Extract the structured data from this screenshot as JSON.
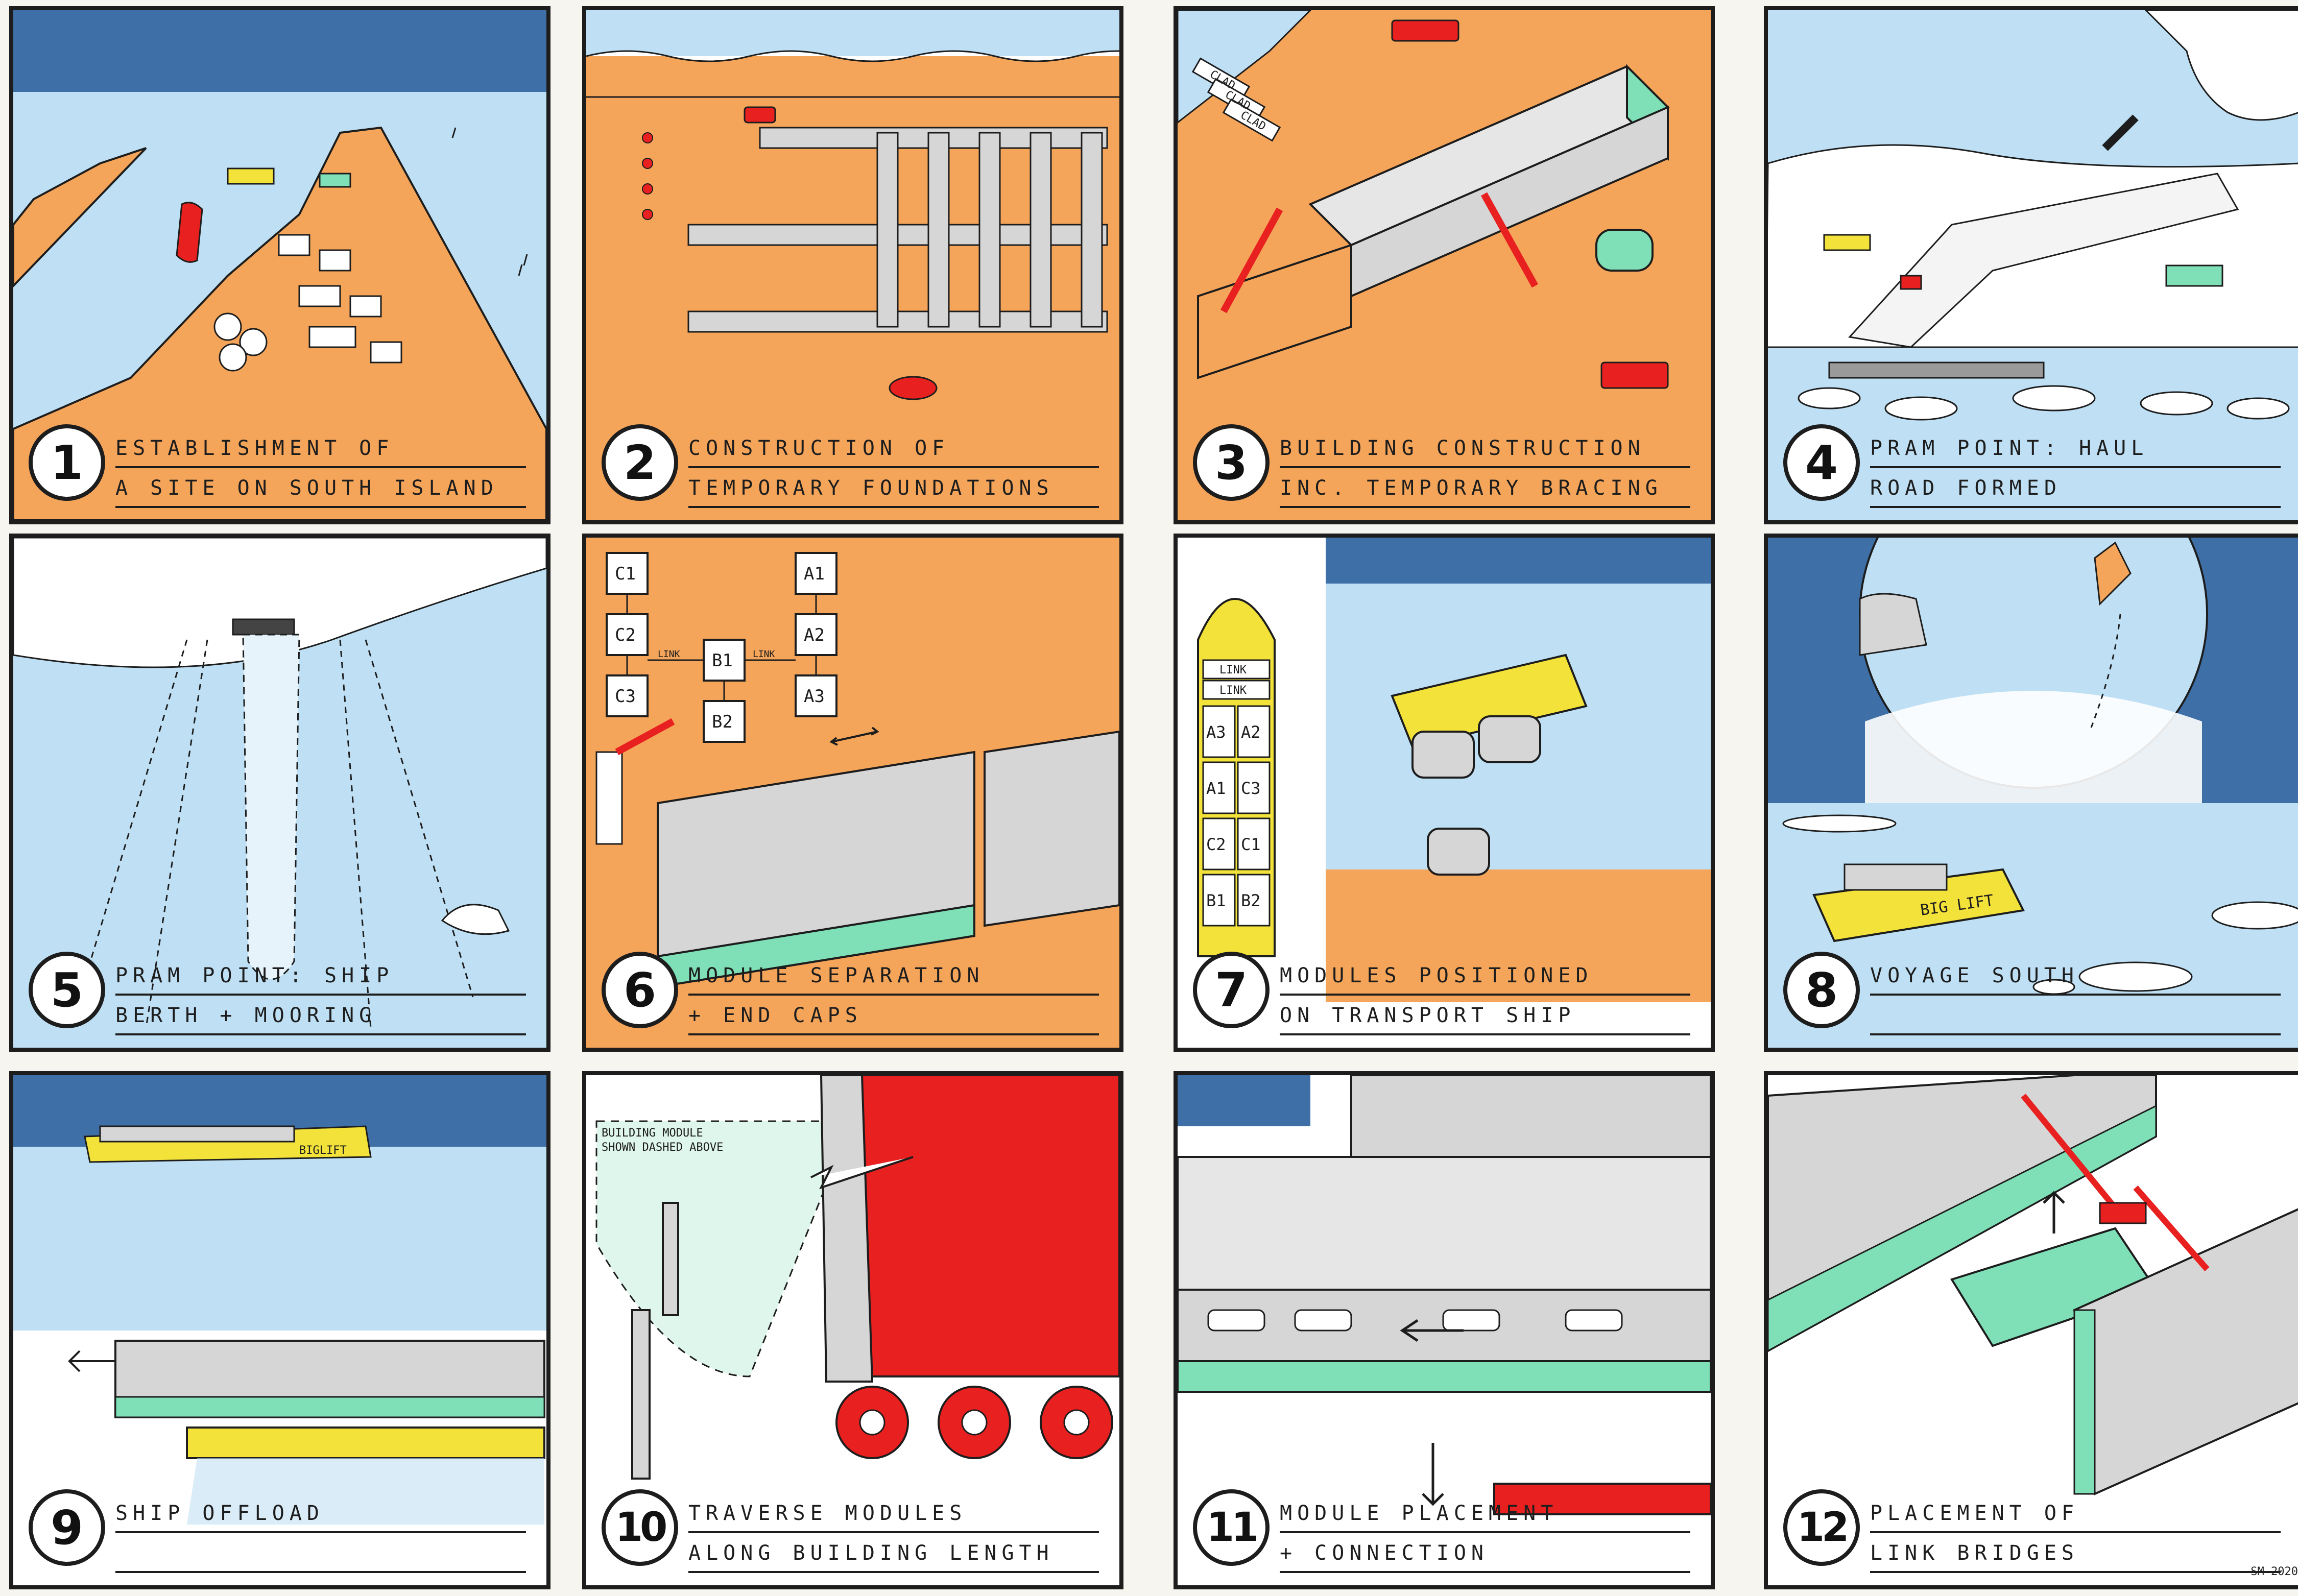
{
  "panels": [
    {
      "number": "1",
      "line1": "ESTABLISHMENT OF",
      "line2": "A SITE ON SOUTH ISLAND"
    },
    {
      "number": "2",
      "line1": "CONSTRUCTION OF",
      "line2": "TEMPORARY FOUNDATIONS"
    },
    {
      "number": "3",
      "line1": "BUILDING CONSTRUCTION",
      "line2": "INC. TEMPORARY BRACING"
    },
    {
      "number": "4",
      "line1": "PRAM POINT: HAUL",
      "line2": "ROAD FORMED"
    },
    {
      "number": "5",
      "line1": "PRAM POINT: SHIP",
      "line2": "BERTH + MOORING"
    },
    {
      "number": "6",
      "line1": "MODULE SEPARATION",
      "line2": "+ END CAPS"
    },
    {
      "number": "7",
      "line1": "MODULES POSITIONED",
      "line2": "ON TRANSPORT SHIP"
    },
    {
      "number": "8",
      "line1": "VOYAGE SOUTH",
      "line2": ""
    },
    {
      "number": "9",
      "line1": "SHIP OFFLOAD",
      "line2": ""
    },
    {
      "number": "10",
      "line1": "TRAVERSE MODULES",
      "line2": "ALONG BUILDING LENGTH"
    },
    {
      "number": "11",
      "line1": "MODULE PLACEMENT",
      "line2": "+ CONNECTION"
    },
    {
      "number": "12",
      "line1": "PLACEMENT OF",
      "line2": "LINK BRIDGES"
    }
  ],
  "panel6_diagram": {
    "c1": "C1",
    "c2": "C2",
    "c3": "C3",
    "b1": "B1",
    "b2": "B2",
    "a1": "A1",
    "a2": "A2",
    "a3": "A3",
    "link_left": "LINK",
    "link_right": "LINK"
  },
  "panel7_ship_layout": {
    "link_top": "LINK",
    "link_bottom": "LINK",
    "cells": [
      "A3",
      "A2",
      "A1",
      "C3",
      "C2",
      "C1",
      "B1",
      "B2"
    ]
  },
  "panel3_stacks": [
    "CLAD",
    "CLAD",
    "CLAD"
  ],
  "ship_name": "BIG LIFT",
  "panel9_ship_name": "BIGLIFT",
  "panel10_annotation": [
    "BUILDING MODULE",
    "SHOWN DASHED ABOVE"
  ],
  "signature": "SM 2020",
  "colors": {
    "sea_dark": "#3e6fa6",
    "water": "#bfe0f4",
    "ground": "#f5a55a",
    "machine_red": "#e8201f",
    "ship_yellow": "#f3e23a",
    "module_green": "#7fe0b8",
    "module_grey": "#d6d6d6"
  }
}
